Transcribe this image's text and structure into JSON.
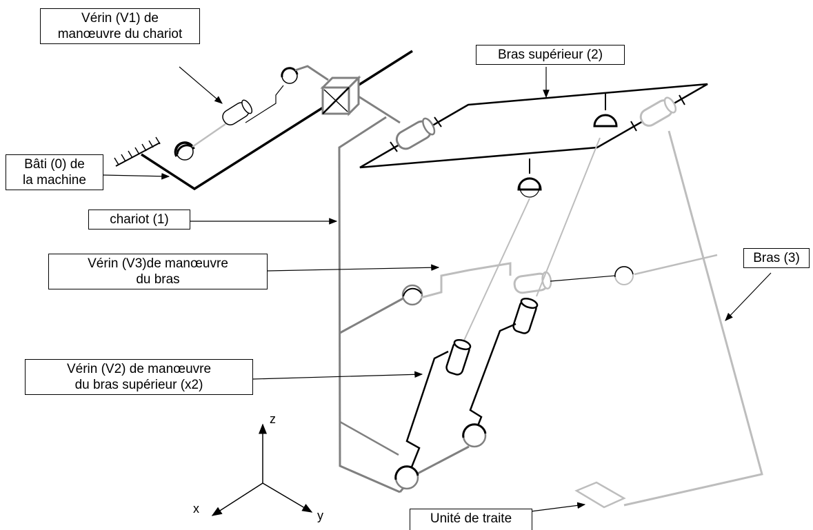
{
  "labels": {
    "verin_v1": [
      "Vérin (V1) de",
      "manœuvre du chariot"
    ],
    "bras_superieur": [
      "Bras supérieur (2)"
    ],
    "bati": [
      "Bâti (0) de",
      "la machine"
    ],
    "chariot": [
      "chariot (1)"
    ],
    "verin_v3": [
      "Vérin (V3)de manœuvre",
      "du bras"
    ],
    "bras3": [
      "Bras (3)"
    ],
    "verin_v2": [
      "Vérin (V2) de manœuvre",
      "du bras supérieur (x2)"
    ],
    "unite": [
      "Unité de traite"
    ]
  },
  "axes": {
    "z": "z",
    "x": "x",
    "y": "y"
  },
  "colors": {
    "black": "#000000",
    "dark_gray": "#808080",
    "light_gray": "#bdbdbd"
  }
}
